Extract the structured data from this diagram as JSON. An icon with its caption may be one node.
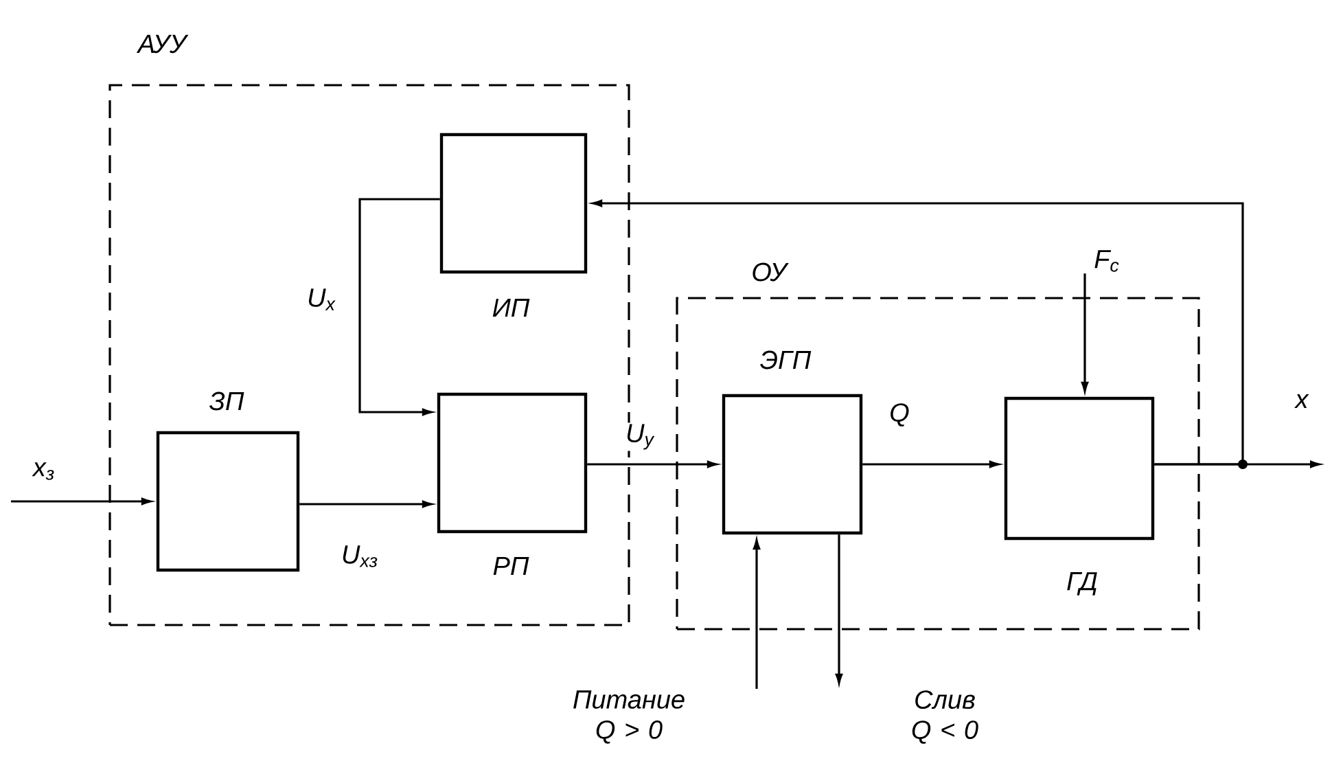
{
  "diagram": {
    "nodes": [
      {
        "text": [
          "АУУ"
        ]
      },
      {
        "text": [
          "ЗП"
        ],
        "in": 0
      },
      {
        "text": [
          "ИП"
        ],
        "in": 0
      },
      {
        "text": [
          "РП"
        ],
        "in": 0
      },
      {
        "text": [
          "ОУ"
        ]
      },
      {
        "text": [
          "ЭГП"
        ],
        "in": 4
      },
      {
        "text": [
          "ГД"
        ],
        "in": 4
      },
      {
        "text": [
          "Питание Q > 0"
        ]
      },
      {
        "text": [
          "Слив Q < 0"
        ]
      },
      {
        "text": [
          "F$_{c}$"
        ]
      }
    ],
    "edges": [
      {
        "from": null,
        "to": 1,
        "arrow": "to",
        "label": "x$_{з}$"
      },
      {
        "from": 1,
        "to": 3,
        "arrow": "to",
        "label": "U$_{xз}$"
      },
      {
        "from": 2,
        "to": 3,
        "arrow": "to",
        "label": "U$_{x}$"
      },
      {
        "from": 3,
        "to": 5,
        "arrow": "to",
        "label": "U$_{y}$"
      },
      {
        "from": 5,
        "to": 6,
        "arrow": "to",
        "label": "Q"
      },
      {
        "from": 6,
        "to": null,
        "arrow": "to",
        "label": "x"
      },
      {
        "from": 6,
        "to": 2,
        "arrow": "to"
      },
      {
        "from": 7,
        "to": 5,
        "arrow": "to"
      },
      {
        "from": 5,
        "to": 8,
        "arrow": "to"
      },
      {
        "from": 9,
        "to": 6,
        "arrow": "to"
      }
    ]
  }
}
